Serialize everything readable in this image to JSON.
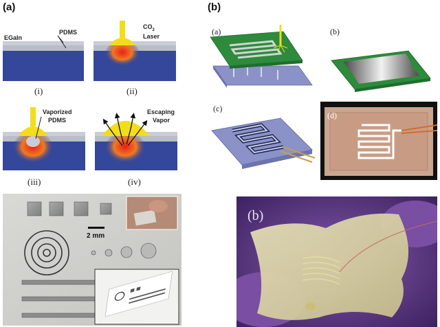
{
  "left": {
    "panel_label": "(a)",
    "steps": [
      {
        "caption": "(i)",
        "labels": [
          "EGaIn",
          "PDMS"
        ]
      },
      {
        "caption": "(ii)",
        "labels": [
          "CO",
          "2",
          "Laser"
        ]
      },
      {
        "caption": "(iii)",
        "labels": [
          "Vaporized",
          "PDMS"
        ]
      },
      {
        "caption": "(iv)",
        "labels": [
          "Escaping",
          "Vapor"
        ]
      }
    ],
    "photo": {
      "scale_label": "2 mm"
    }
  },
  "right": {
    "panel_label": "(b)",
    "subpanels": [
      "(a)",
      "(b)",
      "(c)",
      "(d)"
    ],
    "photo_label": "(b)"
  },
  "colors": {
    "egain_blue": "#34479a",
    "pdms_gray": "#b8bdc8",
    "board_green": "#2e8a3c",
    "laser_yellow": "#f3dd1a",
    "glove_purple": "#6b3f93"
  }
}
